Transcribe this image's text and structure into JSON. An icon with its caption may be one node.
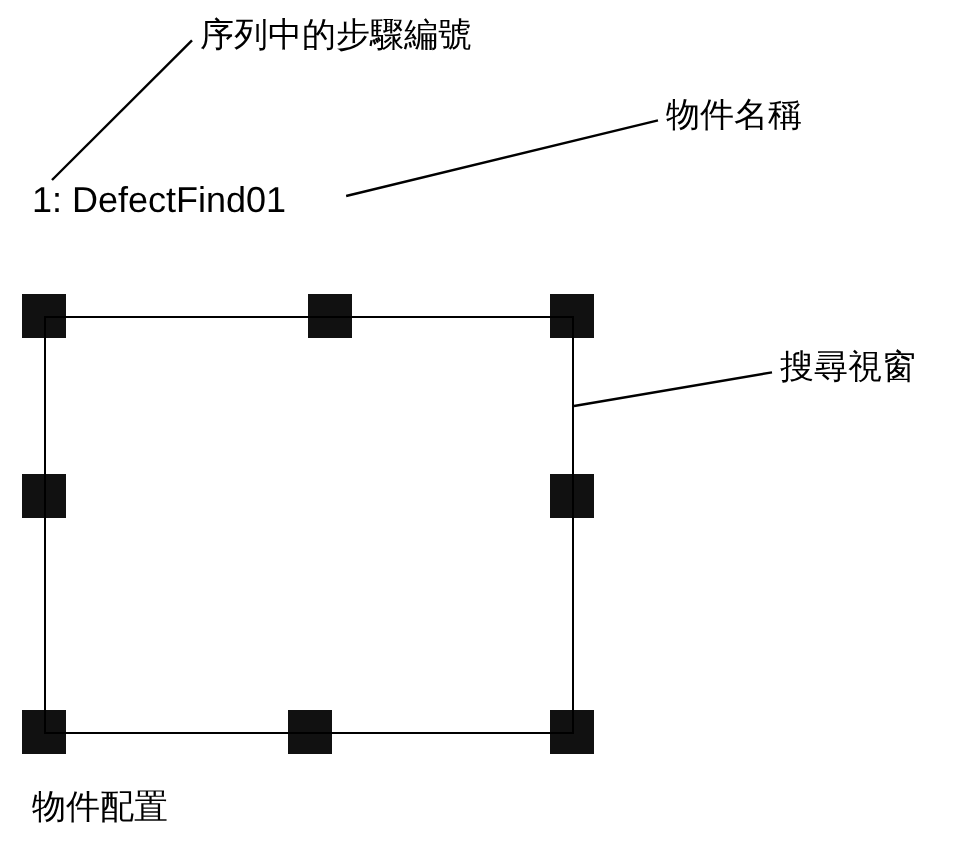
{
  "diagram": {
    "caption": "物件配置",
    "nodes": [
      {
        "text": [
          "序列中的步驟編號"
        ]
      },
      {
        "text": [
          "物件名稱"
        ]
      },
      {
        "text": [
          "搜尋視窗"
        ]
      },
      {
        "text": [
          "1: DefectFind01"
        ]
      },
      {
        "text": [],
        "shape": "box"
      }
    ],
    "edges": [
      {
        "from": 0,
        "to": 3,
        "arrow": "none"
      },
      {
        "from": 1,
        "to": 3,
        "arrow": "none"
      },
      {
        "from": 2,
        "to": 4,
        "arrow": "none"
      }
    ]
  }
}
